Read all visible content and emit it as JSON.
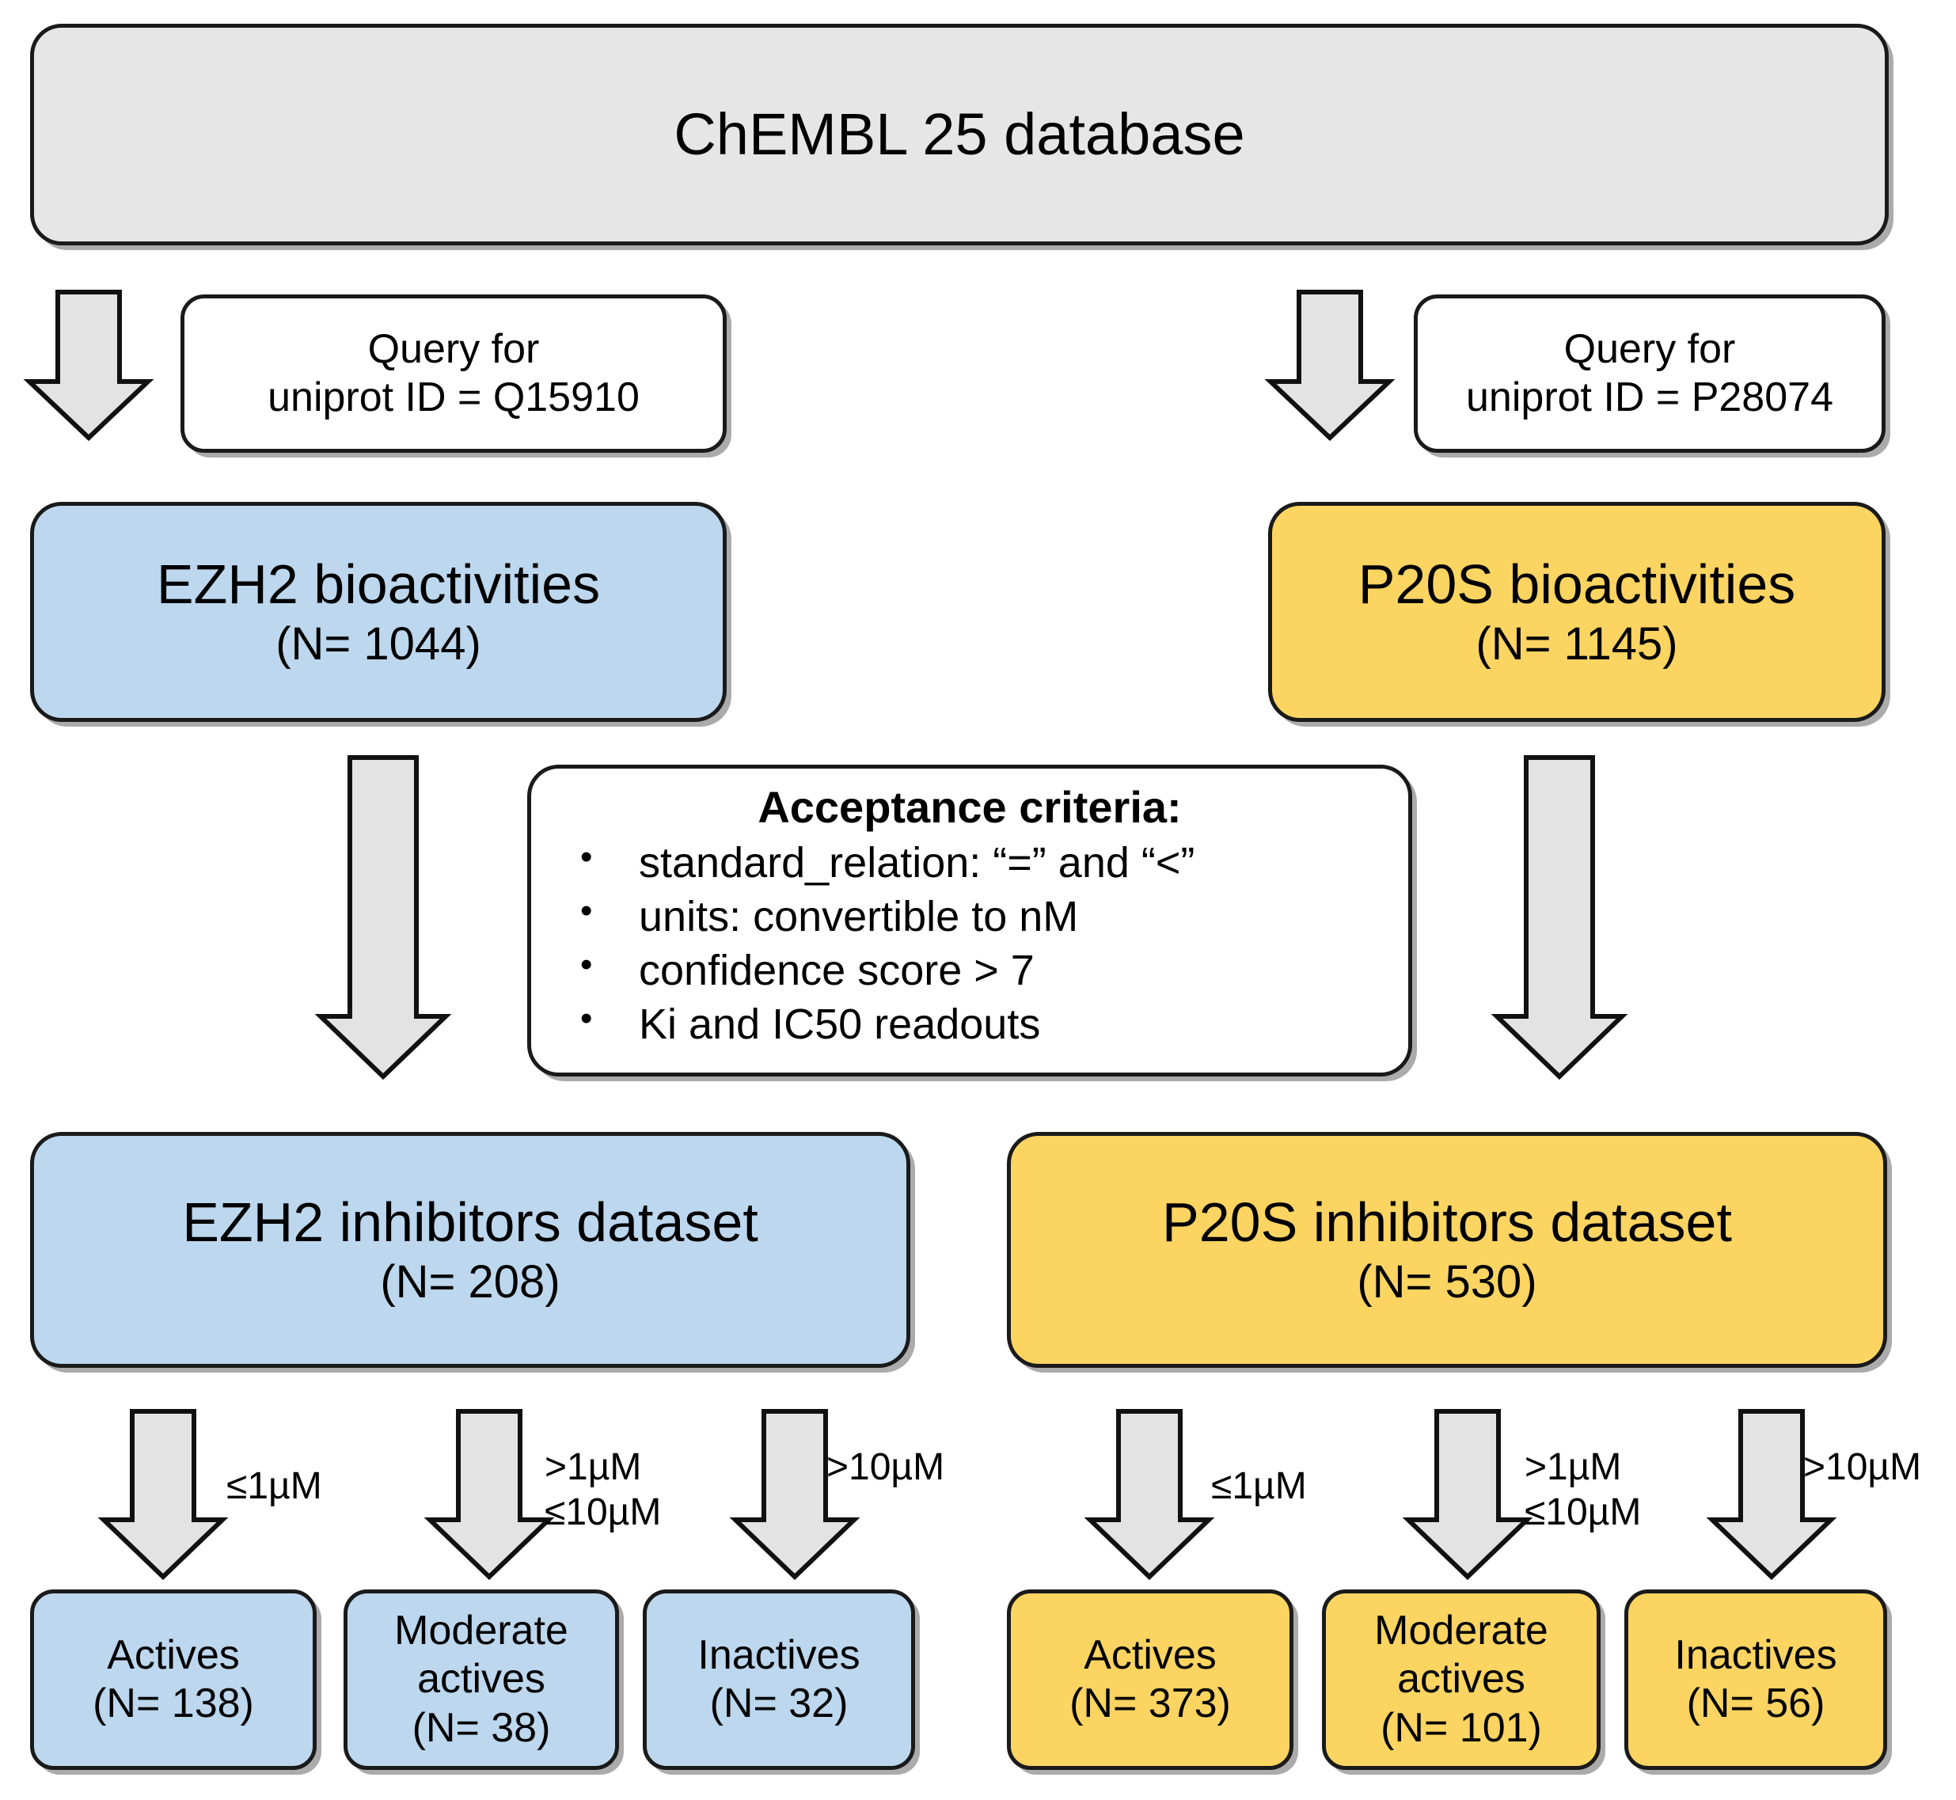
{
  "colors": {
    "source_box": "#e6e6e6",
    "ezh2": "#bcd7ee",
    "p20s": "#fbd462",
    "query_box": "#ffffff",
    "outline": "#1a1a1a",
    "arrow_fill": "#e3e3e3"
  },
  "source": {
    "label": "ChEMBL 25 database"
  },
  "queries": {
    "left": {
      "line1": "Query for",
      "line2": "uniprot ID = Q15910"
    },
    "right": {
      "line1": "Query for",
      "line2": "uniprot ID = P28074"
    }
  },
  "bioactivities": {
    "left": {
      "title": "EZH2 bioactivities",
      "count": "(N= 1044)"
    },
    "right": {
      "title": "P20S bioactivities",
      "count": "(N= 1145)"
    }
  },
  "criteria": {
    "title": "Acceptance criteria:",
    "items": [
      "standard_relation: “=” and “<”",
      "units: convertible to nM",
      "confidence score > 7",
      "Ki and IC50 readouts"
    ]
  },
  "datasets": {
    "left": {
      "title": "EZH2 inhibitors dataset",
      "count": "(N= 208)"
    },
    "right": {
      "title": "P20S inhibitors dataset",
      "count": "(N= 530)"
    }
  },
  "thresholds": {
    "actives": "≤1µM",
    "moderate_line1": ">1µM",
    "moderate_line2": "≤10µM",
    "inactives": ">10µM"
  },
  "leaves": {
    "left": [
      {
        "line1": "Actives",
        "line2": "",
        "count": "(N= 138)"
      },
      {
        "line1": "Moderate",
        "line2": "actives",
        "count": "(N= 38)"
      },
      {
        "line1": "Inactives",
        "line2": "",
        "count": "(N= 32)"
      }
    ],
    "right": [
      {
        "line1": "Actives",
        "line2": "",
        "count": "(N= 373)"
      },
      {
        "line1": "Moderate",
        "line2": "actives",
        "count": "(N= 101)"
      },
      {
        "line1": "Inactives",
        "line2": "",
        "count": "(N= 56)"
      }
    ]
  }
}
